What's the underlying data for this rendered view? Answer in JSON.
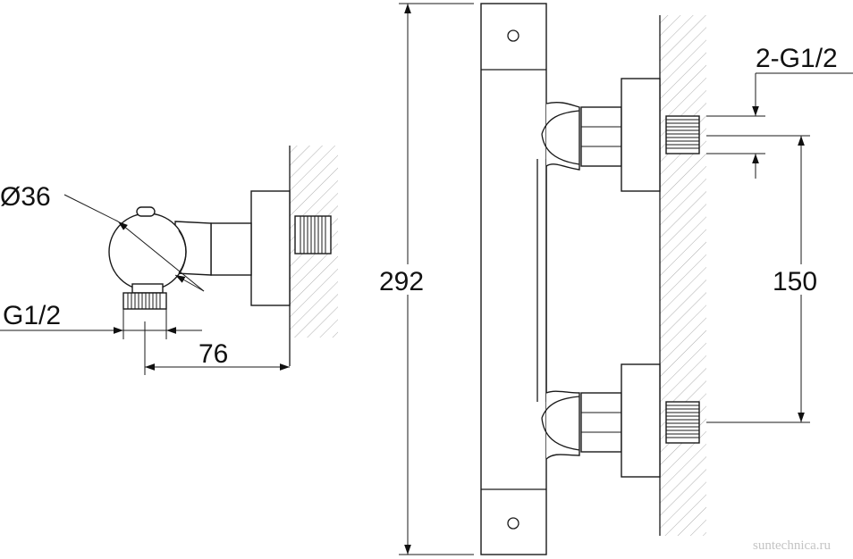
{
  "diagram": {
    "labels": {
      "diameter": "Ø36",
      "inlet_thread": "G1/2",
      "depth": "76",
      "height": "292",
      "connections": "2-G1/2",
      "spacing": "150"
    },
    "watermark": "suntechnica.ru"
  }
}
